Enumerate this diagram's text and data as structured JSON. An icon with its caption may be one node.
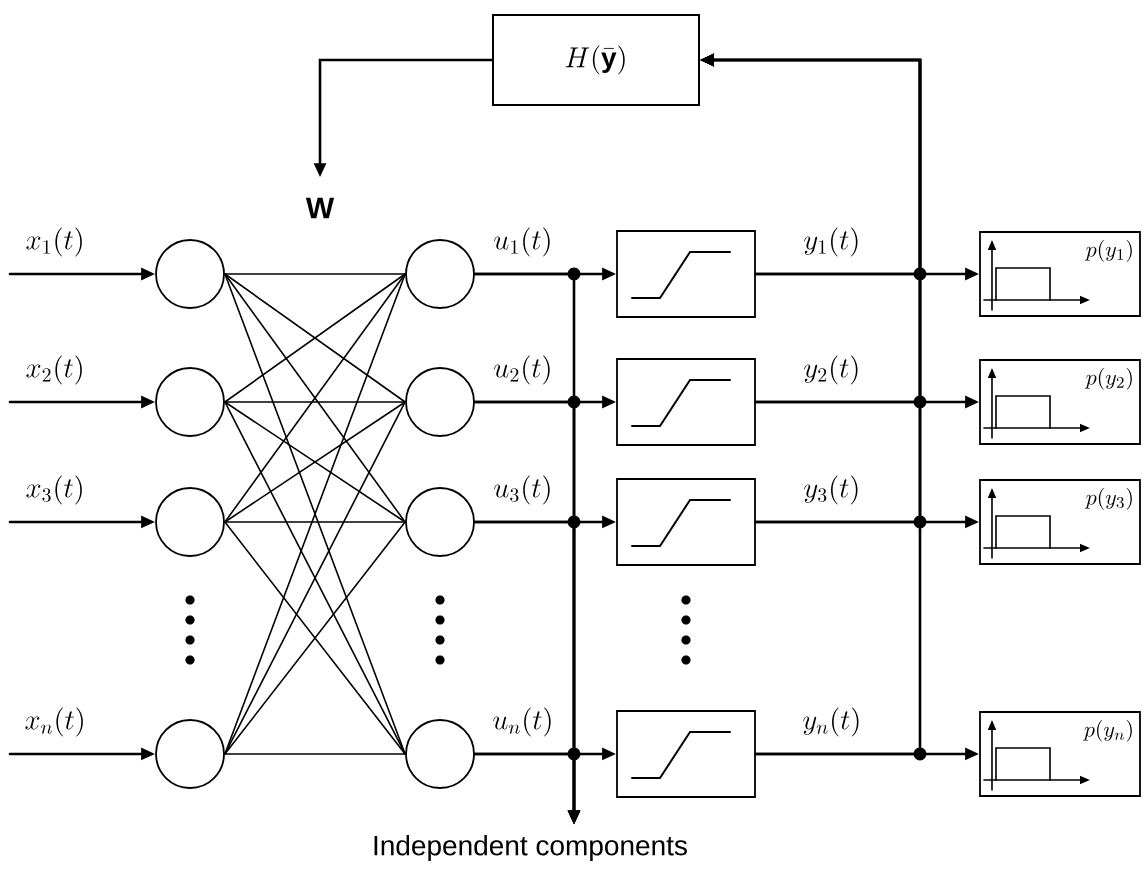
{
  "diagram": {
    "nodes": [
      {
        "text": [
          "H(\\bar{\\mathbf{y}})"
        ]
      },
      {
        "text": [
          "W"
        ]
      },
      {
        "text": [],
        "shape": "circle"
      },
      {
        "text": [],
        "shape": "circle"
      },
      {
        "text": [],
        "shape": "circle"
      },
      {
        "text": [],
        "shape": "circle"
      },
      {
        "text": [],
        "shape": "circle"
      },
      {
        "text": [],
        "shape": "circle"
      },
      {
        "text": [],
        "shape": "circle"
      },
      {
        "text": [],
        "shape": "circle"
      },
      {
        "text": [],
        "shape": "box"
      },
      {
        "text": [],
        "shape": "box"
      },
      {
        "text": [],
        "shape": "box"
      },
      {
        "text": [],
        "shape": "box"
      },
      {
        "text": [
          "p(y_1)"
        ]
      },
      {
        "text": [
          "p(y_2)"
        ]
      },
      {
        "text": [
          "p(y_3)"
        ]
      },
      {
        "text": [
          "p(y_n)"
        ]
      },
      {
        "text": [
          "Independent components"
        ]
      }
    ],
    "edges": [
      {
        "from": null,
        "to": 2,
        "arrow": "to",
        "label": "x_1(t)"
      },
      {
        "from": null,
        "to": 3,
        "arrow": "to",
        "label": "x_2(t)"
      },
      {
        "from": null,
        "to": 4,
        "arrow": "to",
        "label": "x_3(t)"
      },
      {
        "from": null,
        "to": 5,
        "arrow": "to",
        "label": "x_n(t)"
      },
      {
        "from": 2,
        "to": 6,
        "arrow": "none"
      },
      {
        "from": 2,
        "to": 7,
        "arrow": "none"
      },
      {
        "from": 2,
        "to": 8,
        "arrow": "none"
      },
      {
        "from": 2,
        "to": 9,
        "arrow": "none"
      },
      {
        "from": 3,
        "to": 6,
        "arrow": "none"
      },
      {
        "from": 3,
        "to": 7,
        "arrow": "none"
      },
      {
        "from": 3,
        "to": 8,
        "arrow": "none"
      },
      {
        "from": 3,
        "to": 9,
        "arrow": "none"
      },
      {
        "from": 4,
        "to": 6,
        "arrow": "none"
      },
      {
        "from": 4,
        "to": 7,
        "arrow": "none"
      },
      {
        "from": 4,
        "to": 8,
        "arrow": "none"
      },
      {
        "from": 4,
        "to": 9,
        "arrow": "none"
      },
      {
        "from": 5,
        "to": 6,
        "arrow": "none"
      },
      {
        "from": 5,
        "to": 7,
        "arrow": "none"
      },
      {
        "from": 5,
        "to": 8,
        "arrow": "none"
      },
      {
        "from": 5,
        "to": 9,
        "arrow": "none"
      },
      {
        "from": 6,
        "to": 10,
        "arrow": "to",
        "label": "u_1(t)"
      },
      {
        "from": 7,
        "to": 11,
        "arrow": "to",
        "label": "u_2(t)"
      },
      {
        "from": 8,
        "to": 12,
        "arrow": "to",
        "label": "u_3(t)"
      },
      {
        "from": 9,
        "to": 13,
        "arrow": "to",
        "label": "u_n(t)"
      },
      {
        "from": 6,
        "to": 18,
        "arrow": "to"
      },
      {
        "from": 7,
        "to": 18,
        "arrow": "to"
      },
      {
        "from": 8,
        "to": 18,
        "arrow": "to"
      },
      {
        "from": 9,
        "to": 18,
        "arrow": "to"
      },
      {
        "from": 10,
        "to": 14,
        "arrow": "to",
        "label": "y_1(t)"
      },
      {
        "from": 11,
        "to": 15,
        "arrow": "to",
        "label": "y_2(t)"
      },
      {
        "from": 12,
        "to": 16,
        "arrow": "to",
        "label": "y_3(t)"
      },
      {
        "from": 13,
        "to": 17,
        "arrow": "to",
        "label": "y_n(t)"
      },
      {
        "from": 10,
        "to": 0,
        "arrow": "to"
      },
      {
        "from": 11,
        "to": 0,
        "arrow": "to"
      },
      {
        "from": 12,
        "to": 0,
        "arrow": "to"
      },
      {
        "from": 13,
        "to": 0,
        "arrow": "to"
      },
      {
        "from": 0,
        "to": 1,
        "arrow": "to"
      }
    ]
  }
}
